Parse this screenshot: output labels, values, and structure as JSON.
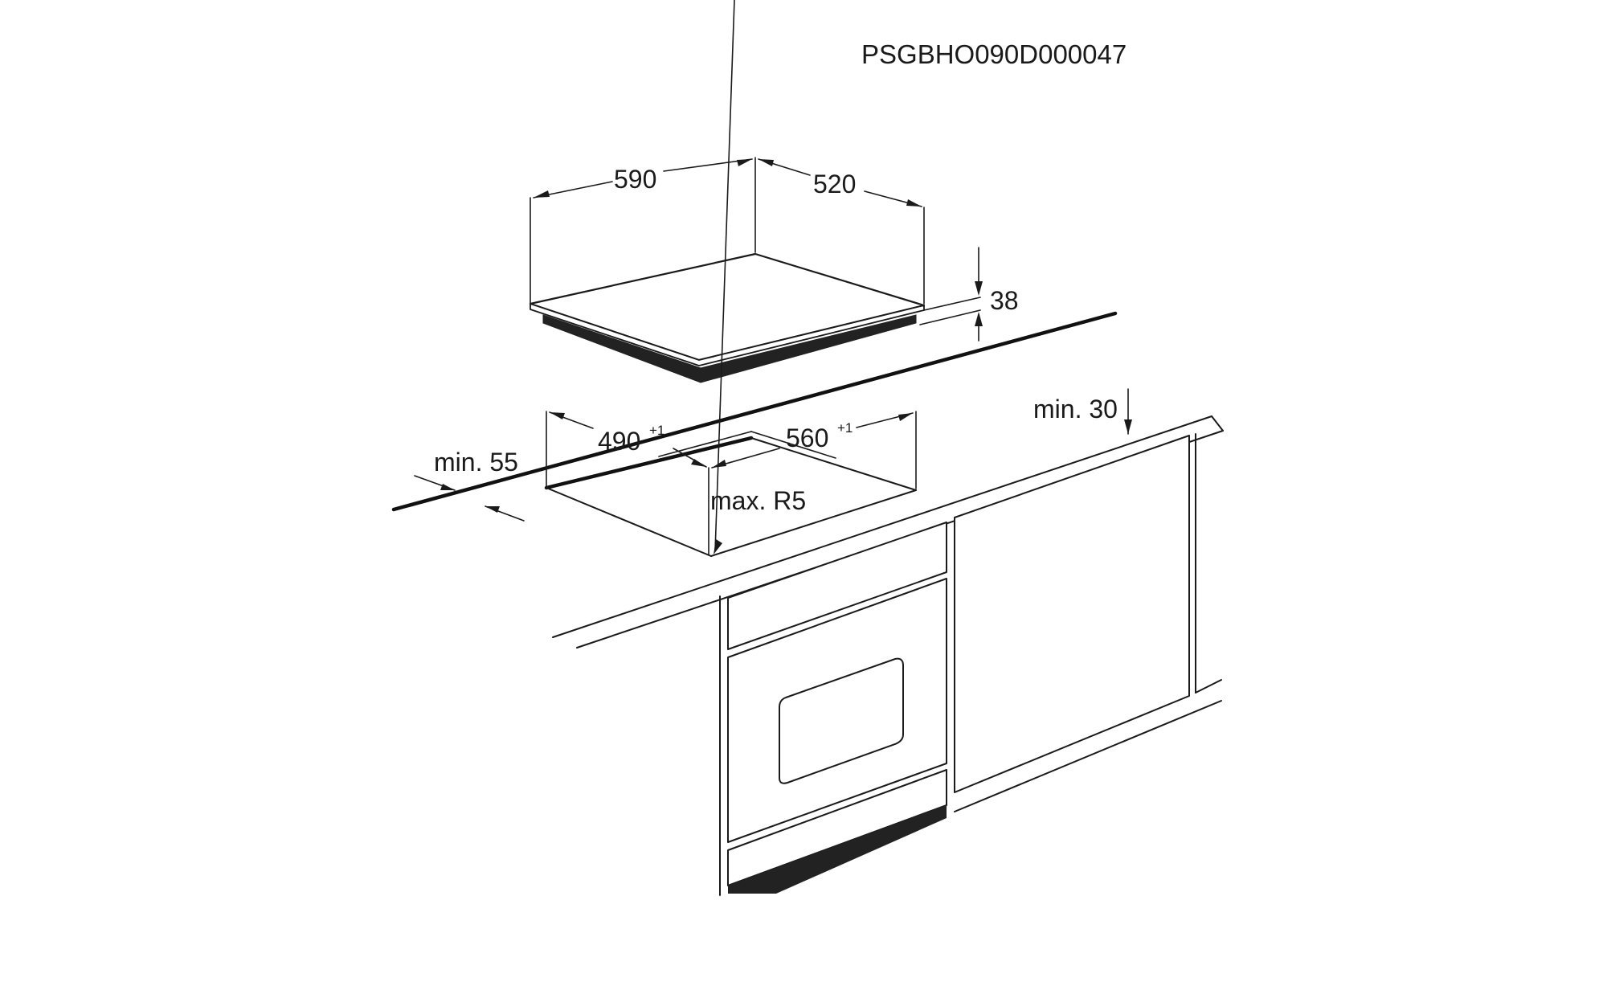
{
  "diagram": {
    "code": "PSGBHO090D000047",
    "dimensions": {
      "hob_width": "590",
      "hob_depth": "520",
      "hob_height": "38",
      "cutout_depth": "490",
      "cutout_depth_tol": "+1",
      "cutout_width": "560",
      "cutout_width_tol": "+1",
      "front_min": "min. 55",
      "wall_min": "min. 30",
      "corner_radius": "max. R5"
    }
  }
}
